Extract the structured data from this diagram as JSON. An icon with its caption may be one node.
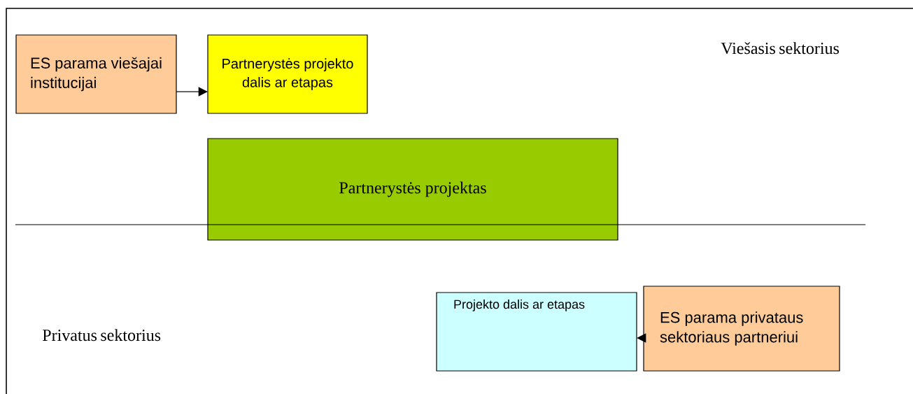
{
  "diagram": {
    "nodes": [
      {
        "text": [
          "ES parama viešajai institucijai"
        ]
      },
      {
        "text": [
          "Partnerystės projekto dalis ar etapas"
        ]
      },
      {
        "text": [
          "Partnerystės projektas"
        ]
      },
      {
        "text": [
          "Projekto dalis ar etapas"
        ]
      },
      {
        "text": [
          "ES parama privataus sektoriaus partneriui"
        ]
      }
    ],
    "edges": [
      {
        "from": 0,
        "to": 1,
        "arrow": "to"
      },
      {
        "from": 4,
        "to": 3,
        "arrow": "to"
      }
    ],
    "labels": [
      "Viešasis sektorius",
      "Privatus sektorius"
    ]
  }
}
